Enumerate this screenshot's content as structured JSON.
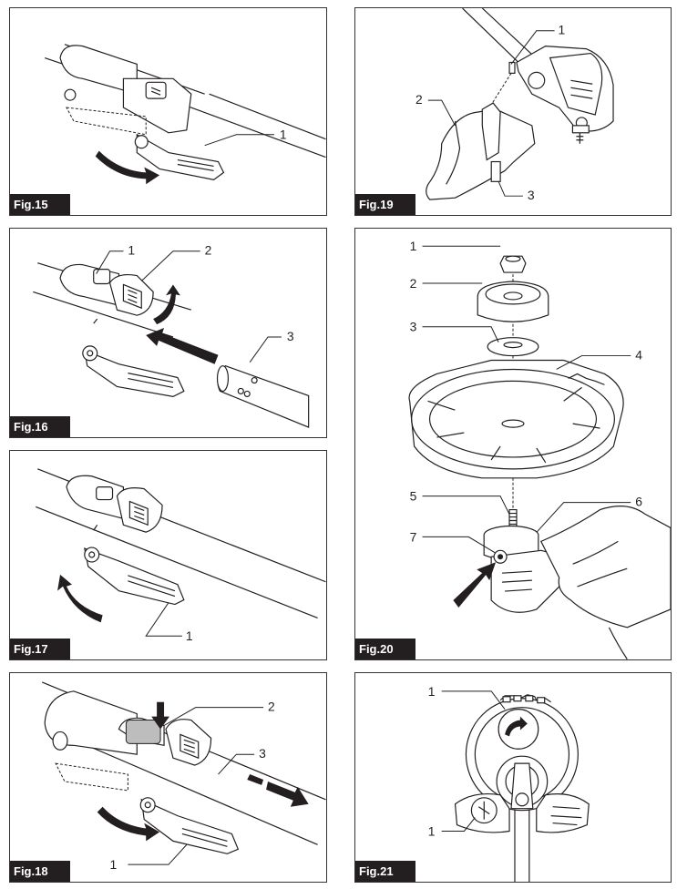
{
  "figures": {
    "fig15": {
      "label": "Fig.15",
      "callouts": [
        "1"
      ]
    },
    "fig16": {
      "label": "Fig.16",
      "callouts": [
        "1",
        "2",
        "3"
      ]
    },
    "fig17": {
      "label": "Fig.17",
      "callouts": [
        "1"
      ]
    },
    "fig18": {
      "label": "Fig.18",
      "callouts": [
        "1",
        "2",
        "3"
      ]
    },
    "fig19": {
      "label": "Fig.19",
      "callouts": [
        "1",
        "2",
        "3"
      ]
    },
    "fig20": {
      "label": "Fig.20",
      "callouts": [
        "1",
        "2",
        "3",
        "4",
        "5",
        "6",
        "7"
      ]
    },
    "fig21": {
      "label": "Fig.21",
      "callouts": [
        "1",
        "1"
      ]
    }
  }
}
